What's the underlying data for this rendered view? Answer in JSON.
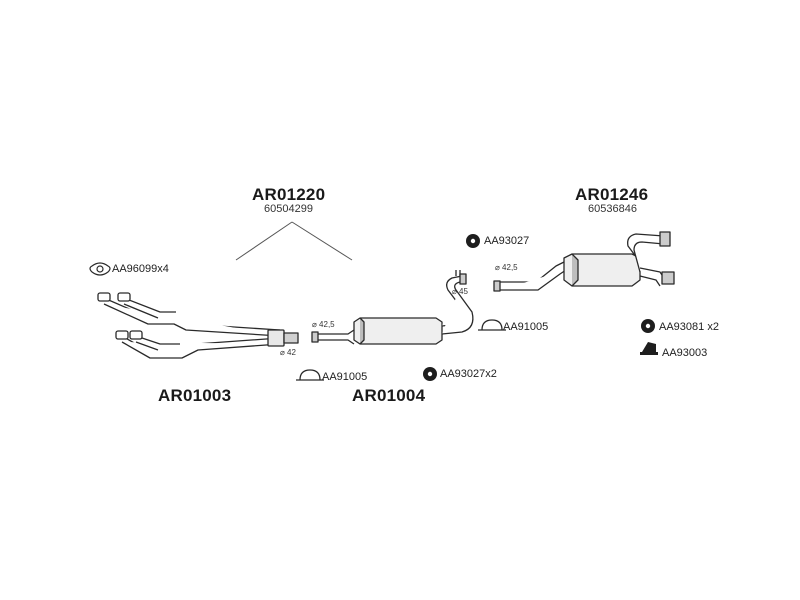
{
  "assemblies": {
    "ar01220": {
      "code": "AR01220",
      "oe_number": "60504299"
    },
    "ar01246": {
      "code": "AR01246",
      "oe_number": "60536846"
    },
    "ar01003": {
      "code": "AR01003"
    },
    "ar01004": {
      "code": "AR01004"
    }
  },
  "parts": {
    "gasket_front": "AA96099x4",
    "clamp_middle": "AA91005",
    "clamp_rear": "AA91005",
    "mount_rear_top": "AA93027",
    "mount_middle": "AA93027x2",
    "mount_right": "AA93081 x2",
    "hanger_right": "AA93003"
  },
  "dimensions": {
    "pipe_front_outlet": "⌀ 42",
    "pipe_middle_inlet": "⌀ 42,5",
    "pipe_middle_outlet": "⌀ 45",
    "pipe_rear_inlet": "⌀ 42,5"
  },
  "colors": {
    "line": "#2a2a2a",
    "fill": "#ffffff",
    "shade": "#bdbdbd",
    "dark": "#1e1e1e"
  }
}
